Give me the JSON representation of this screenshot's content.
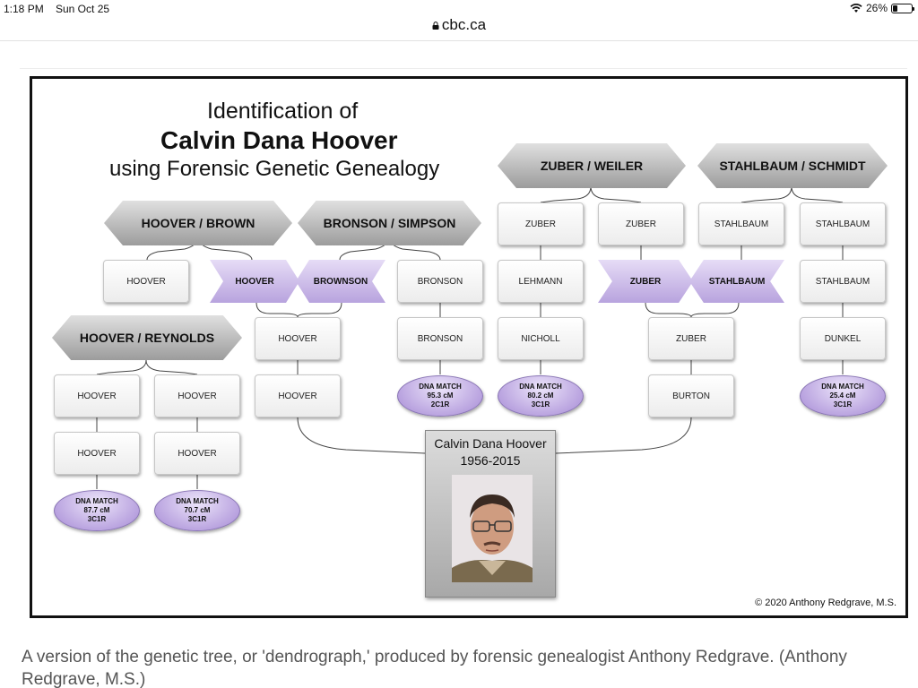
{
  "status_bar": {
    "time": "1:18 PM",
    "date": "Sun Oct 25",
    "battery": "26%",
    "battery_level": 0.26
  },
  "browser": {
    "url": "cbc.ca"
  },
  "figure": {
    "title_line1": "Identification of",
    "title_line2": "Calvin Dana Hoover",
    "title_line3": "using Forensic Genetic Genealogy",
    "headers": {
      "hoover_brown": "HOOVER / BROWN",
      "bronson_simpson": "BRONSON / SIMPSON",
      "zuber_weiler": "ZUBER / WEILER",
      "stahlbaum_schmidt": "STAHLBAUM / SCHMIDT",
      "hoover_reynolds": "HOOVER / REYNOLDS"
    },
    "nodes": {
      "hoover_a": "HOOVER",
      "hoover_chev": "HOOVER",
      "brownson_chev": "BROWNSON",
      "bronson_a": "BRONSON",
      "hoover_b": "HOOVER",
      "bronson_b": "BRONSON",
      "hoover_c": "HOOVER",
      "hoover_d": "HOOVER",
      "hoover_e": "HOOVER",
      "hoover_f": "HOOVER",
      "hoover_g": "HOOVER",
      "zuber_a": "ZUBER",
      "zuber_b": "ZUBER",
      "stahlbaum_a": "STAHLBAUM",
      "stahlbaum_b": "STAHLBAUM",
      "lehmann": "LEHMANN",
      "zuber_chev": "ZUBER",
      "stahlbaum_chev": "STAHLBAUM",
      "stahlbaum_c": "STAHLBAUM",
      "nicholl": "NICHOLL",
      "zuber_c": "ZUBER",
      "dunkel": "DUNKEL",
      "burton": "BURTON"
    },
    "dna_matches": [
      {
        "label": "DNA MATCH",
        "cm": "95.3 cM",
        "rel": "2C1R"
      },
      {
        "label": "DNA MATCH",
        "cm": "80.2 cM",
        "rel": "3C1R"
      },
      {
        "label": "DNA MATCH",
        "cm": "25.4 cM",
        "rel": "3C1R"
      },
      {
        "label": "DNA MATCH",
        "cm": "87.7 cM",
        "rel": "3C1R"
      },
      {
        "label": "DNA MATCH",
        "cm": "70.7 cM",
        "rel": "3C1R"
      }
    ],
    "subject": {
      "name": "Calvin Dana Hoover",
      "years": "1956-2015"
    },
    "copyright": "© 2020 Anthony Redgrave, M.S."
  },
  "caption": "A version of the genetic tree, or 'dendrograph,' produced by forensic genealogist Anthony Redgrave. (Anthony Redgrave, M.S.)"
}
